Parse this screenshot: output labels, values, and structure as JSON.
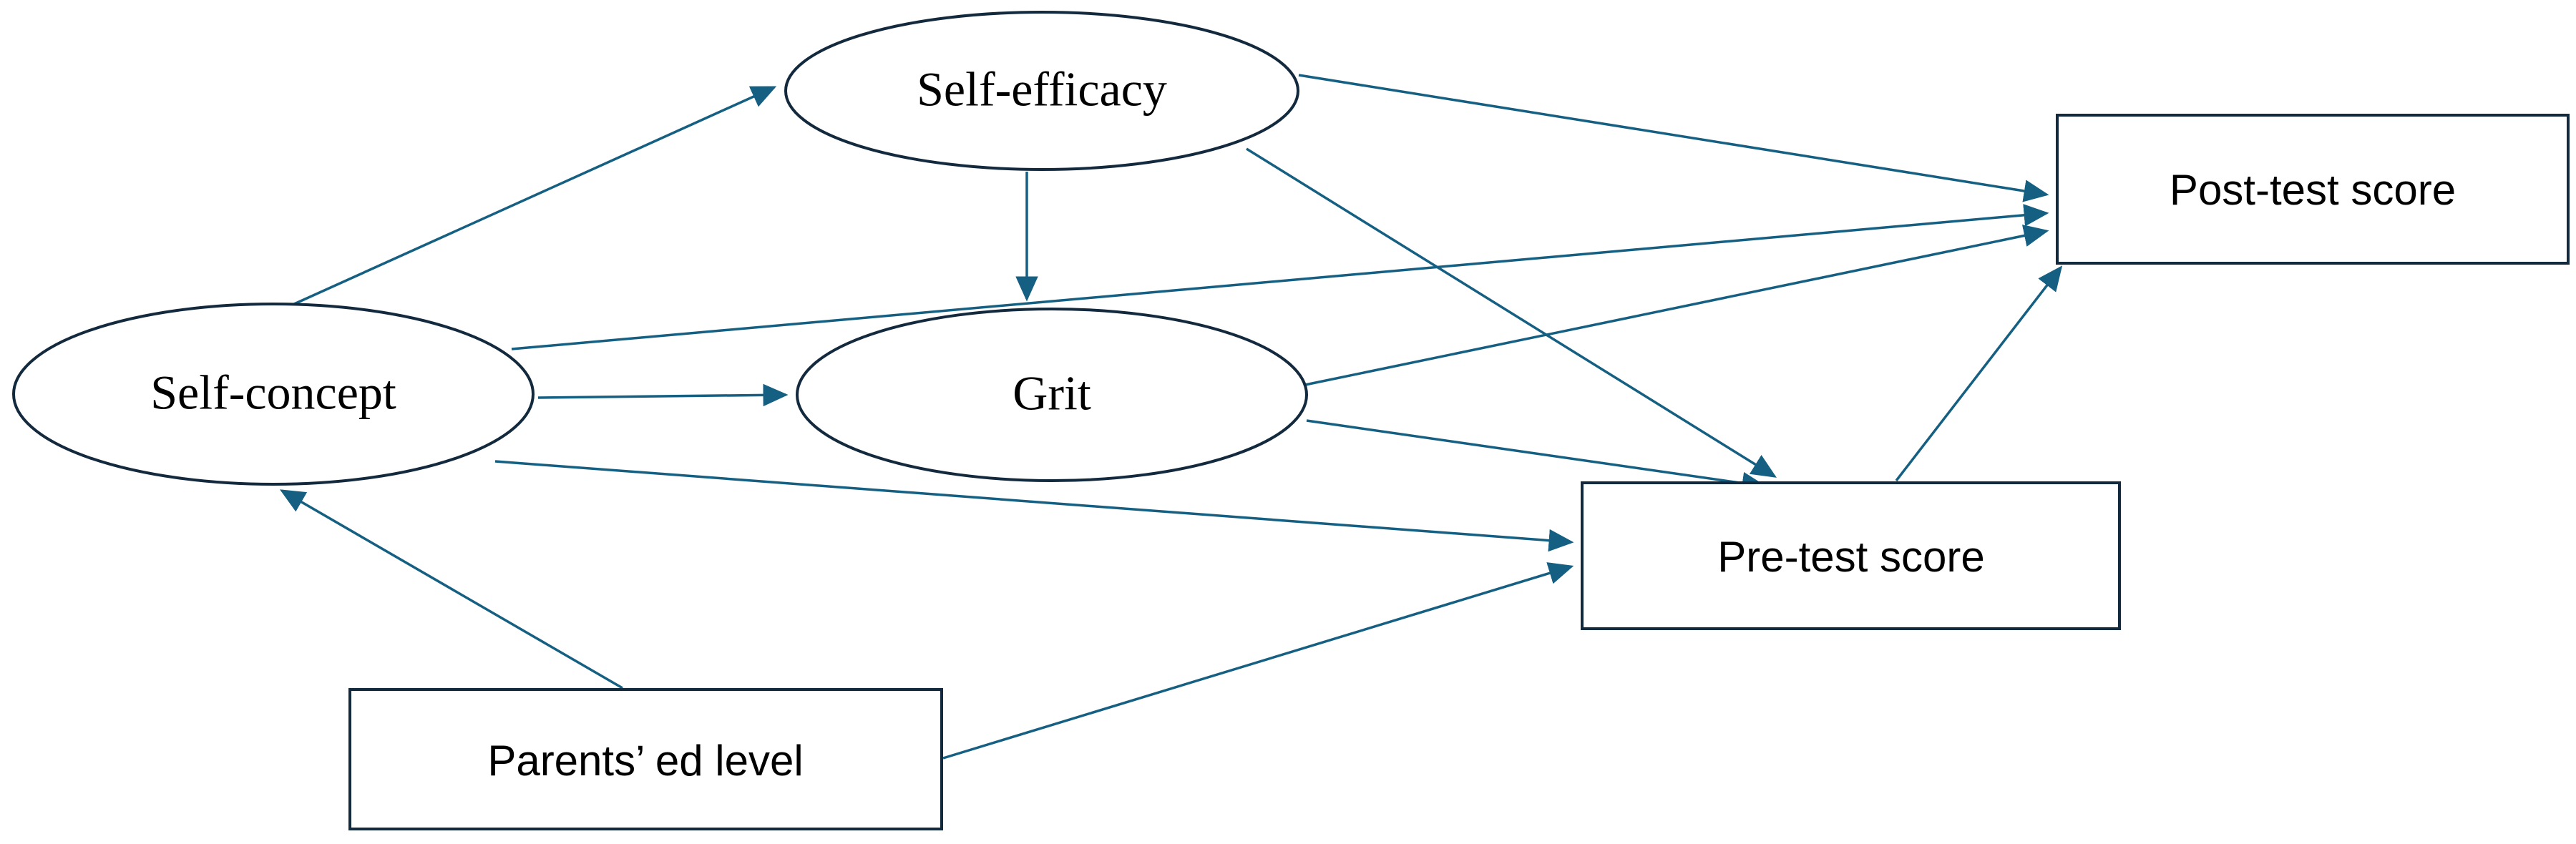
{
  "diagram": {
    "type": "path-diagram",
    "background_color": "#ffffff",
    "arrow_color": "#156082",
    "shape_outline_color": "#13293D",
    "nodes": {
      "self_efficacy": {
        "label": "Self-efficacy",
        "shape": "ellipse"
      },
      "self_concept": {
        "label": "Self-concept",
        "shape": "ellipse"
      },
      "grit": {
        "label": "Grit",
        "shape": "ellipse"
      },
      "post_test": {
        "label": "Post-test score",
        "shape": "rectangle"
      },
      "pre_test": {
        "label": "Pre-test score",
        "shape": "rectangle"
      },
      "parents_ed": {
        "label": "Parents’ ed level",
        "shape": "rectangle"
      }
    },
    "edges": [
      {
        "from": "self_concept",
        "to": "self_efficacy"
      },
      {
        "from": "self_efficacy",
        "to": "grit"
      },
      {
        "from": "self_concept",
        "to": "grit"
      },
      {
        "from": "self_efficacy",
        "to": "post_test"
      },
      {
        "from": "self_efficacy",
        "to": "pre_test"
      },
      {
        "from": "self_concept",
        "to": "post_test"
      },
      {
        "from": "grit",
        "to": "post_test"
      },
      {
        "from": "grit",
        "to": "pre_test"
      },
      {
        "from": "self_concept",
        "to": "pre_test"
      },
      {
        "from": "pre_test",
        "to": "post_test"
      },
      {
        "from": "parents_ed",
        "to": "self_concept"
      },
      {
        "from": "parents_ed",
        "to": "pre_test"
      }
    ]
  }
}
